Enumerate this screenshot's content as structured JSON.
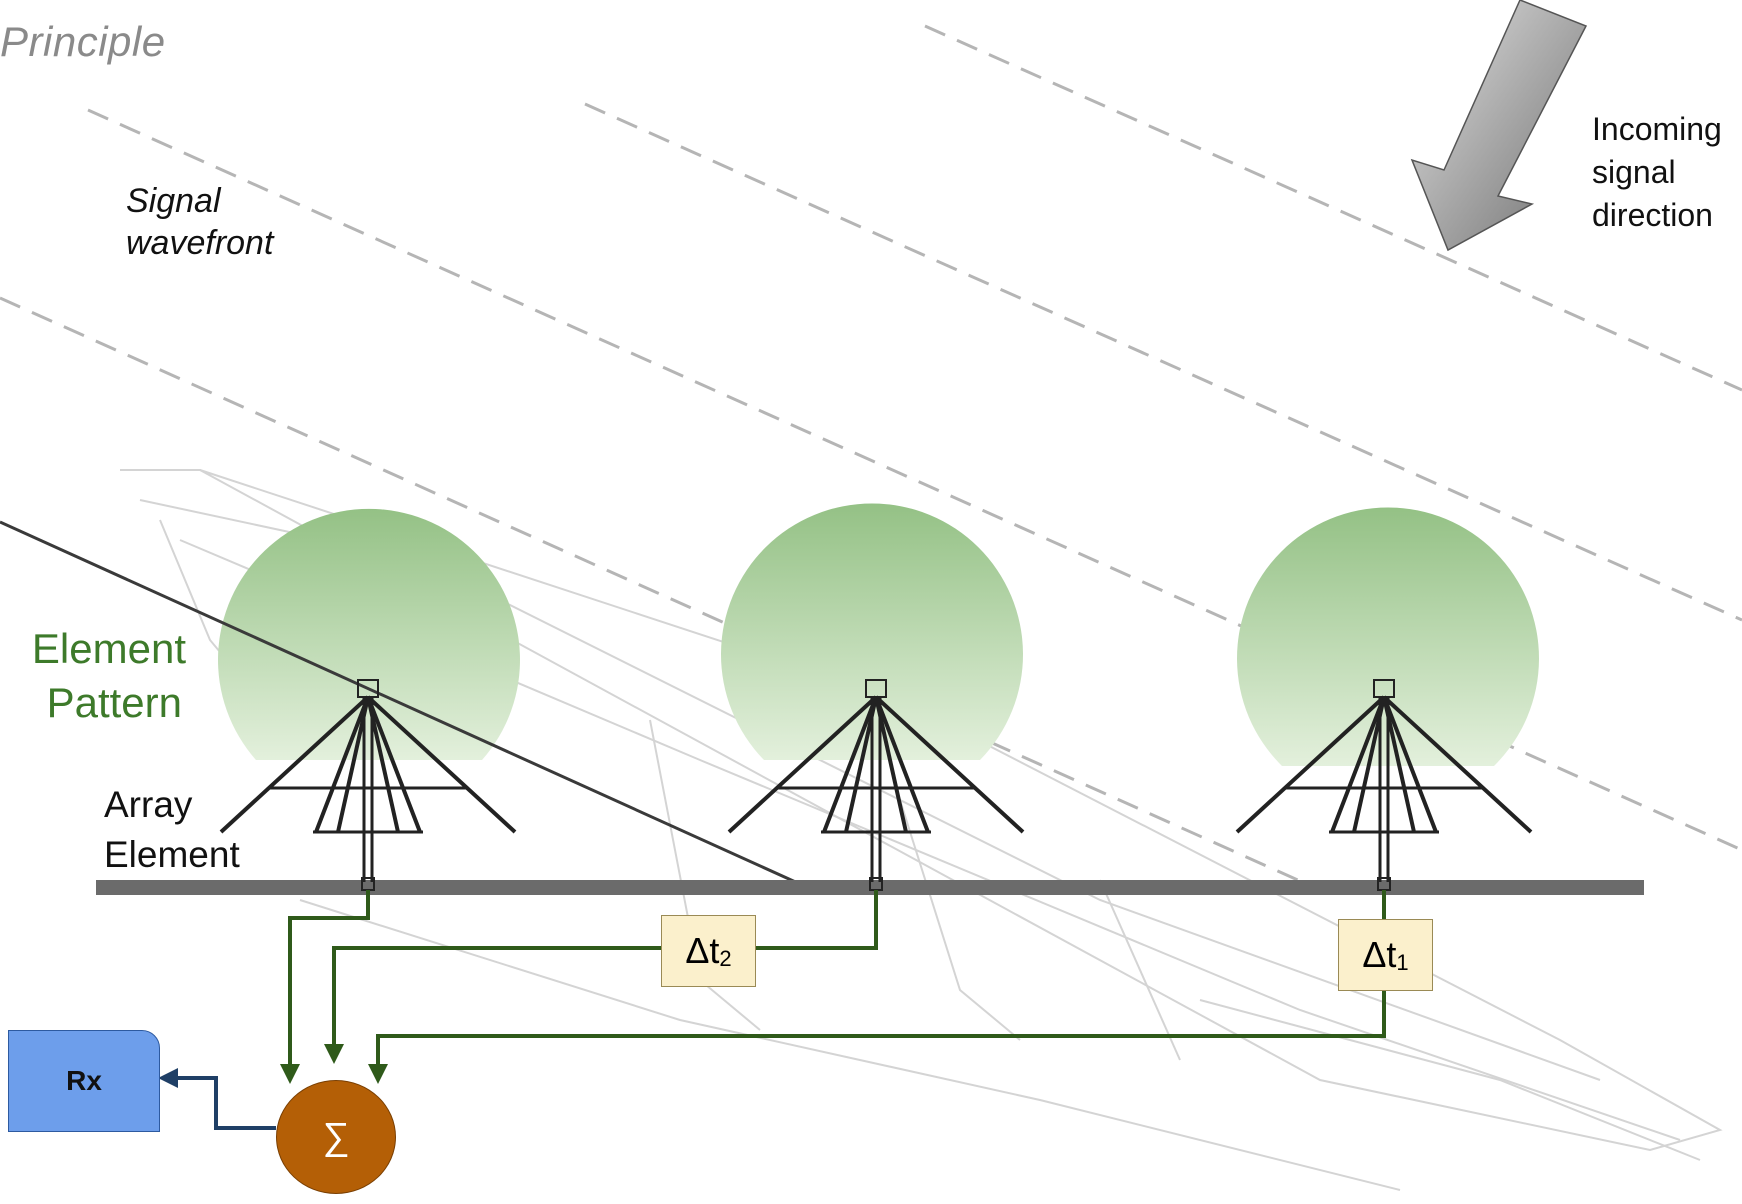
{
  "subtitle": "Principle",
  "labels": {
    "wavefront_line1": "Signal",
    "wavefront_line2": "wavefront",
    "incoming_line1": "Incoming",
    "incoming_line2": "signal",
    "incoming_line3": "direction",
    "pattern_line1": "Element",
    "pattern_line2": "Pattern",
    "element_line1": "Array",
    "element_line2": "Element"
  },
  "delays": [
    {
      "symbol": "Δt",
      "subscript": "2"
    },
    {
      "symbol": "Δt",
      "subscript": "1"
    }
  ],
  "receiver": {
    "label": "Rx"
  },
  "summer": {
    "symbol": "∑"
  },
  "colors": {
    "pattern_green": "#9cc48f",
    "feed_line": "#2f5a1a",
    "delay_fill": "#fbf0cc",
    "rx_fill": "#6d9eeb",
    "sum_fill": "#b45f06",
    "ground": "#6b6b6b",
    "wavefront": "#b5b5b5",
    "arrow": "#8c8c8c"
  }
}
